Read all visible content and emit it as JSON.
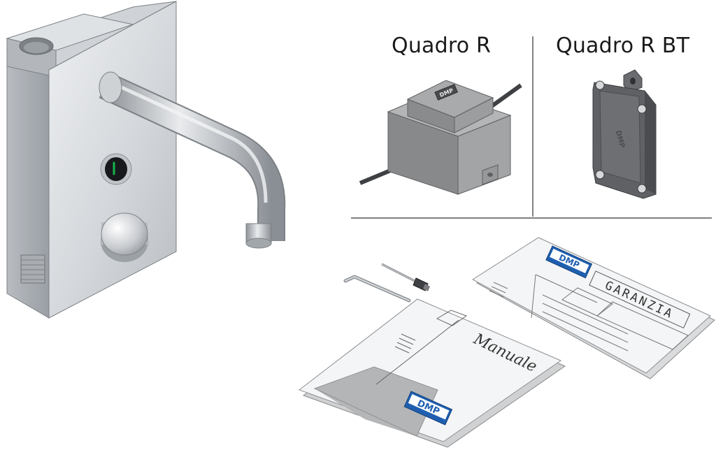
{
  "labels": {
    "quadro_r": "Quadro R",
    "quadro_r_bt": "Quadro R BT"
  },
  "brand": {
    "logo_text": "DMP"
  },
  "documents": {
    "warranty_title": "GARANZIA",
    "manual_title": "Manuale"
  },
  "colors": {
    "brand_blue": "#1f5fb0",
    "steel_light": "#e4e6e9",
    "steel_dark": "#9ea3a8",
    "box_gray": "#8d8f91",
    "indicator_green": "#16b34a"
  }
}
